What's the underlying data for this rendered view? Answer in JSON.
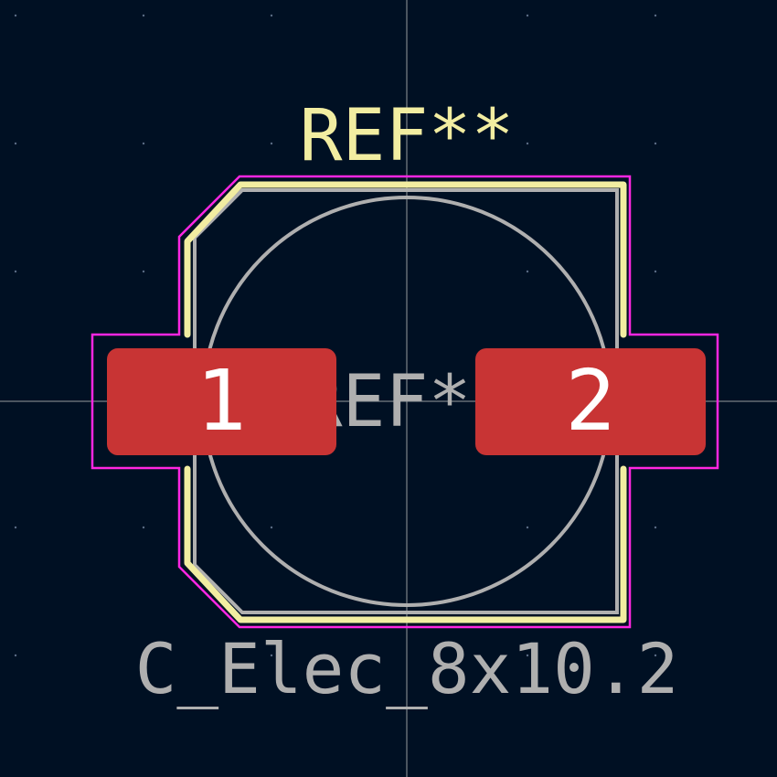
{
  "footprint": {
    "reference_text": "REF**",
    "fab_reference_text": "REF**",
    "value_text": "C_Elec_8x10.2",
    "pads": [
      {
        "number": "1"
      },
      {
        "number": "2"
      }
    ]
  },
  "colors": {
    "background": "#001023",
    "crosshair": "#c8c8c8",
    "silkscreen": "#f2eda1",
    "courtyard": "#ff26e2",
    "fabrication": "#afafaf",
    "pad": "#c83434",
    "pad_text": "#ffffff",
    "grid_dot": "#5a6c84"
  }
}
